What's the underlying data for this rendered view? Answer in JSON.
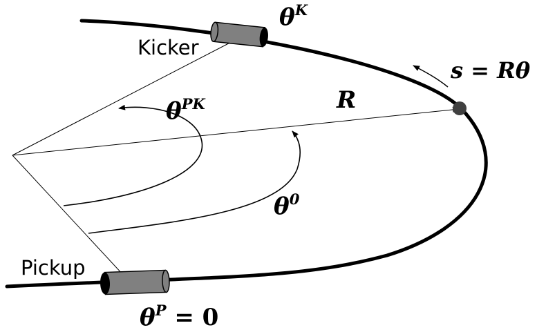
{
  "labels": {
    "kicker": "Kicker",
    "pickup": "Pickup",
    "theta_k_base": "θ",
    "theta_k_sup": "K",
    "theta_pk_base": "θ",
    "theta_pk_sup": "PK",
    "radius": "R",
    "arc_length": "s = Rθ",
    "theta_0_base": "θ",
    "theta_0_sup": "0",
    "theta_p_base": "θ",
    "theta_p_sup": "P",
    "theta_p_rest": " = 0"
  },
  "colors": {
    "stroke": "#000000",
    "device_body": "#808080",
    "particle": "#404040"
  }
}
